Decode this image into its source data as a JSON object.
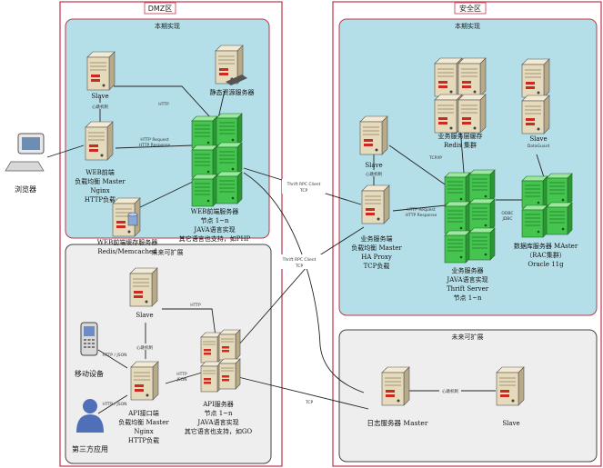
{
  "zones": {
    "dmz": "DMZ区",
    "secure": "安全区"
  },
  "dmz": {
    "current": "本期实现",
    "future": "未来可扩展"
  },
  "secure": {
    "current": "本期实现",
    "future": "未来可扩展"
  },
  "nodes": {
    "browser": "浏览器",
    "web_slave": "Slave",
    "web_lb": [
      "WEB前端",
      "负载均衡 Master",
      "Nginx",
      "HTTP负载"
    ],
    "static_server": "静态资源服务器",
    "web_cache": [
      "WEB前端缓存服务器",
      "Redis/Memcached"
    ],
    "web_server": [
      "WEB前端服务器",
      "节点 1~n",
      "JAVA语言实现",
      "其它语言也支持，如PHP"
    ],
    "biz_slave": "Slave",
    "biz_cache": [
      "业务服务层缓存",
      "Redis 集群"
    ],
    "db_slave": "Slave",
    "biz_lb": [
      "业务服务端",
      "负载均衡 Master",
      "HA Proxy",
      "TCP负载"
    ],
    "biz_server": [
      "业务服务器",
      "JAVA语言实现",
      "Thrift Server",
      "节点 1~n"
    ],
    "db_server": [
      "数据库服务器 MAster",
      "（RAC集群）",
      "Oracle 11g"
    ],
    "mobile": "移动设备",
    "third_party": "第三方应用",
    "api_slave": "Slave",
    "api_lb": [
      "API接口端",
      "负载均衡 Master",
      "Nginx",
      "HTTP负载"
    ],
    "api_server": [
      "API服务器",
      "节点 1~n",
      "JAVA语言实现",
      "其它语言也支持，如GO"
    ],
    "log_server": "日志服务器 Master",
    "log_slave": "Slave"
  },
  "edges": {
    "heartbeat": "心跳机制",
    "http": "HTTP",
    "http_req": "HTTP Request",
    "http_resp": "HTTP Response",
    "thrift_rpc": "Thrift RPC Client",
    "tcp": "TCP",
    "tcpip": "TCP/IP",
    "odbc": "ODBC",
    "jdbc": "JDBC",
    "dataguard": "DataGuard",
    "json": "JSON",
    "http_json": "HTTP / JSON"
  },
  "colors": {
    "zone_border": "#c0364a",
    "current_fill": "#b5dfe8",
    "future_fill": "#eeeeee",
    "server_green": "#3fc24a",
    "server_tan": "#e3d6b8"
  }
}
